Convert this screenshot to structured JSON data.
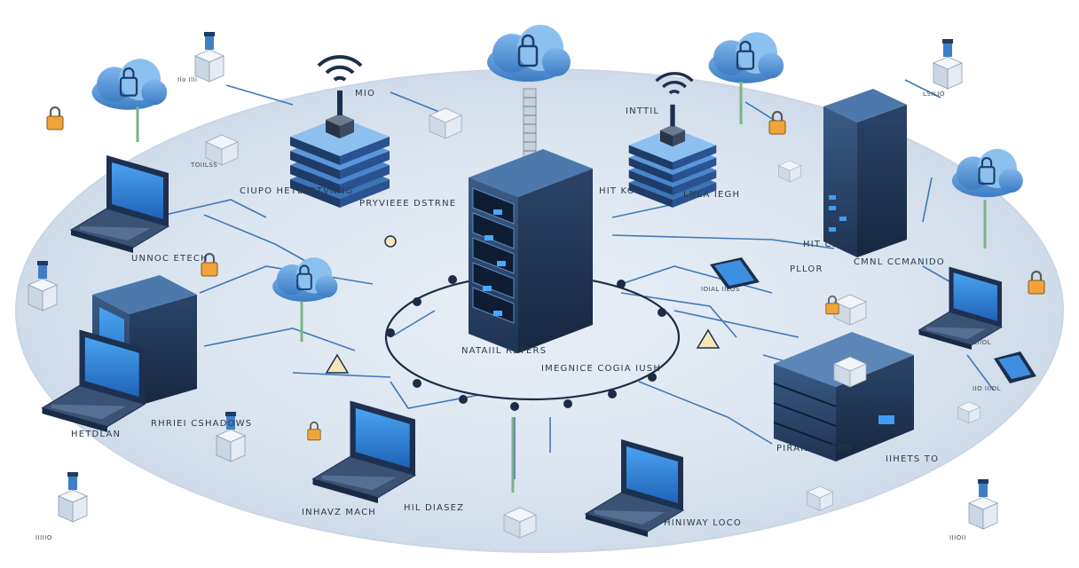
{
  "diagram": {
    "hub_label_left": "NATAIIL RETERS",
    "hub_label_right": "IMEGNICE COGIA IUSH",
    "labels": {
      "cloud_network": "CIUPO HETLERTVNNG",
      "provider_nodes": "PRYVIEEE DSTRNE",
      "router_top": "INTTIL",
      "hub_top": "HIT KO",
      "local_tech": "LNLA IEGH",
      "hit_cer": "HIT CER",
      "router_right": "CMNL CCMANIDO",
      "router_mid": "PLLOR",
      "node_left": "UNNOC ETECH",
      "mesh_left": "HETDLAN",
      "router_shadows": "RHRIEI CSHADOWS",
      "laptop_bottom_left": "INHAVZ MACH",
      "hub_bottom": "HIL DIASEZ",
      "hub_secure": "HINIWAY LOCO",
      "pallet_left": "PIRAILLS IEBD",
      "services_right": "IIHETS TO",
      "wifi_router": "MIO"
    },
    "small_labels": {
      "topleft": "Ilo Illi",
      "topright": "LSILIO",
      "midleft": "TOIILSS",
      "tablet": "IOIAL IILOS",
      "right1": "IILIIOL",
      "right2": "IIO IIIOL",
      "bottomleft": "IIIIIO",
      "bottomright": "IIIOII"
    }
  }
}
